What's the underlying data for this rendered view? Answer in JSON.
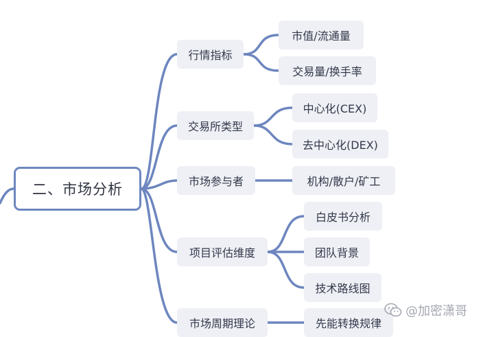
{
  "root": {
    "label": "二、市场分析"
  },
  "branches": [
    {
      "label": "行情指标",
      "children": [
        "市值/流通量",
        "交易量/换手率"
      ]
    },
    {
      "label": "交易所类型",
      "children": [
        "中心化(CEX)",
        "去中心化(DEX)"
      ]
    },
    {
      "label": "市场参与者",
      "children": [
        "机构/散户/矿工"
      ]
    },
    {
      "label": "项目评估维度",
      "children": [
        "白皮书分析",
        "团队背景",
        "技术路线图"
      ]
    },
    {
      "label": "市场周期理论",
      "children": [
        "先能转换规律"
      ]
    }
  ],
  "watermark": {
    "text": "@加密潇哥",
    "icon": "wechat-logo-icon"
  },
  "colors": {
    "line": "#6d86bf",
    "node_fill": "#eef0f5",
    "root_border": "#6d86bf"
  }
}
